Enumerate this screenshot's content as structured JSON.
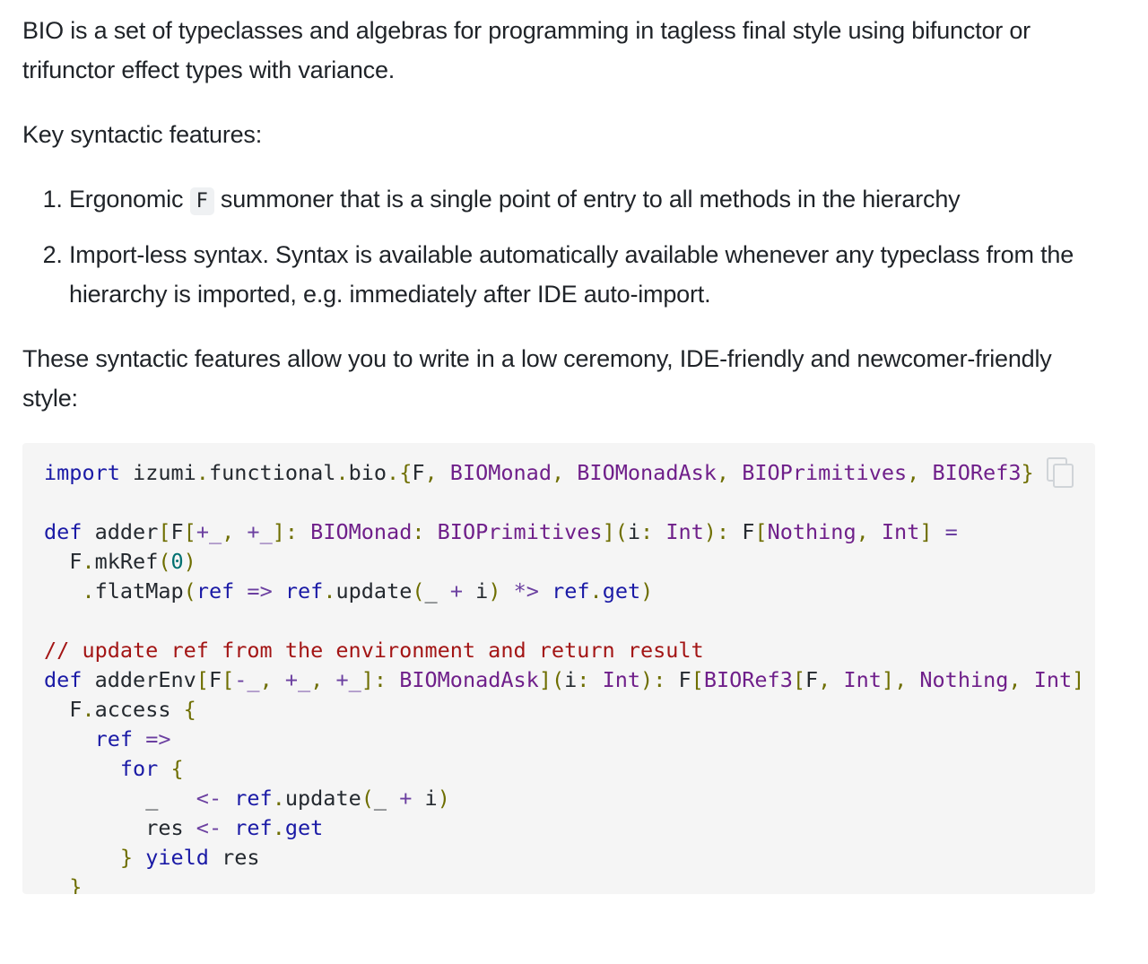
{
  "intro": "BIO is a set of typeclasses and algebras for programming in tagless final style using bifunctor or trifunctor effect types with variance.",
  "key_features_heading": "Key syntactic features:",
  "features": [
    {
      "before": "Ergonomic ",
      "code": "F",
      "after": " summoner that is a single point of entry to all methods in the hierarchy"
    },
    {
      "before": "Import-less syntax. Syntax is available automatically available whenever any typeclass from the hierarchy is imported, e.g. immediately after IDE auto-import.",
      "code": "",
      "after": ""
    }
  ],
  "outro": "These syntactic features allow you to write in a low ceremony, IDE-friendly and newcomer-friendly style:",
  "code_block": {
    "copy_icon": "copy-icon"
  }
}
